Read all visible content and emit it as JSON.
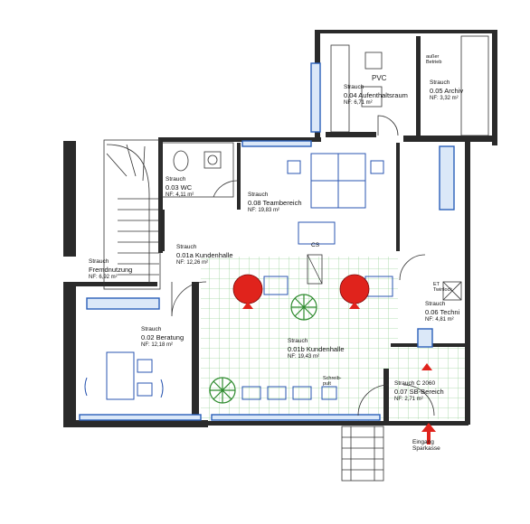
{
  "rooms": {
    "aufenthaltsraum": {
      "owner": "Strauch",
      "title": "0.04 Aufenthaltsraum",
      "area": "NF: 6,71 m²"
    },
    "archiv": {
      "owner": "Strauch",
      "title": "0.05 Archiv",
      "area": "NF: 3,32 m²"
    },
    "wc": {
      "owner": "Strauch",
      "title": "0.03 WC",
      "area": "NF: 4,11 m²"
    },
    "teambereich": {
      "owner": "Strauch",
      "title": "0.08 Teambereich",
      "area": "NF: 19,83 m²"
    },
    "kundenhalle_a": {
      "owner": "Strauch",
      "title": "0.01a Kundenhalle",
      "area": "NF: 12,26 m²"
    },
    "fremdnutzung": {
      "owner": "Strauch",
      "title": "Fremdnutzung",
      "area": "NF: 6,92 m²"
    },
    "beratung": {
      "owner": "Strauch",
      "title": "0.02 Beratung",
      "area": "NF: 12,18 m²"
    },
    "kundenhalle_b": {
      "owner": "Strauch",
      "title": "0.01b Kundenhalle",
      "area": "NF: 19,43 m²"
    },
    "technik": {
      "owner": "Strauch",
      "title": "0.06 Techni",
      "area": "NF: 4,81 m²"
    },
    "sb_bereich": {
      "owner": "Strauch C 2060",
      "title": "0.07 SB-Bereich",
      "area": "NF: 2,71 m²"
    }
  },
  "labels": {
    "pvc": "PVC",
    "ausser_betrieb": "außer Betrieb",
    "cs": "CS",
    "schreibpult": "Schreib-pult",
    "et_twinlock": "ET Twinlock",
    "eingang": "Eingang Sparkasse"
  },
  "colors": {
    "wall": "#2a2a2a",
    "window": "#2a5fb8",
    "window_fill": "#dbe8f8",
    "tile_grid": "#9fd59f",
    "dispenser": "#e0231c",
    "plant": "#2e8b2e",
    "furniture": "#2a55b0"
  }
}
